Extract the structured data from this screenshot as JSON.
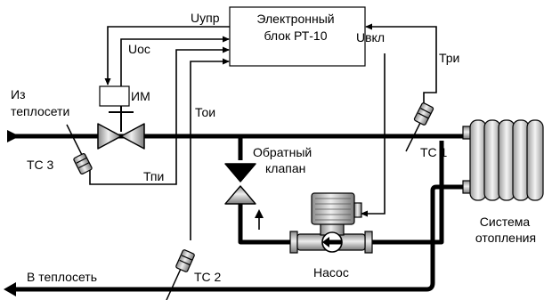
{
  "controller": {
    "line1": "Электронный",
    "line2": "блок РТ-10"
  },
  "signals": {
    "u_upr": "Uупр",
    "u_os": "Uос",
    "u_vkl": "Uвкл",
    "t_ri": "Три",
    "t_oi": "Тои",
    "t_pi": "Тпи"
  },
  "actuator": "ИМ",
  "inlet": {
    "line1": "Из",
    "line2": "теплосети"
  },
  "outlet": "В теплосеть",
  "sensors": {
    "ts1": "ТС 1",
    "ts2": "ТС 2",
    "ts3": "ТС 3"
  },
  "check_valve": {
    "line1": "Обратный",
    "line2": "клапан"
  },
  "pump": "Насос",
  "heating_system": {
    "line1": "Система",
    "line2": "отопления"
  },
  "colors": {
    "pipe": "#000000",
    "wire": "#000000",
    "equipment_fill": "#c8c8c8",
    "background": "#ffffff"
  },
  "icons": [
    "arrow-right-icon",
    "arrow-left-icon",
    "arrow-up-icon",
    "valve-icon",
    "check-valve-icon",
    "pump-icon",
    "motor-icon",
    "radiator-icon",
    "temperature-sensor-icon"
  ]
}
